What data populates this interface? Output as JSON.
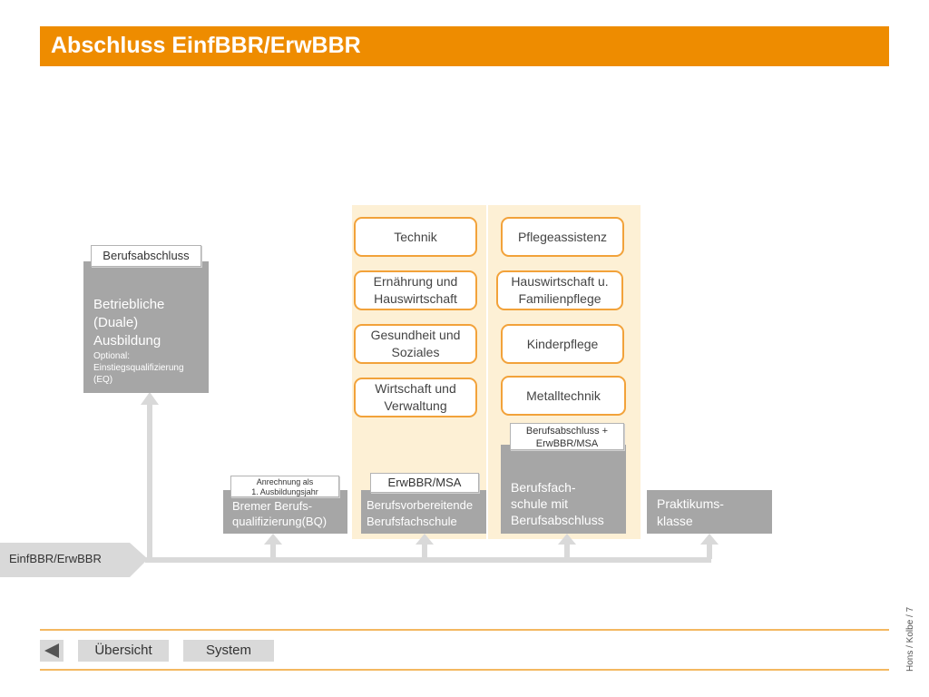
{
  "header": {
    "title": "Abschluss EinfBBR/ErwBBR"
  },
  "start_arrow": {
    "label": "EinfBBR/ErwBBR"
  },
  "paths": {
    "duale": {
      "tag": "Berufsabschluss",
      "title_lines": [
        "Betriebliche",
        "(Duale)",
        "Ausbildung"
      ],
      "note_lines": [
        "Optional:",
        "Einstiegsqualifizierung",
        "(EQ)"
      ]
    },
    "bq": {
      "tag_lines": [
        "Anrechnung als",
        "1. Ausbildungsjahr"
      ],
      "label_lines": [
        "Bremer Berufs-",
        "qualifizierung(BQ)"
      ]
    },
    "bvs": {
      "tag": "ErwBBR/MSA",
      "label_lines": [
        "Berufsvorbereitende",
        "Berufsfachschule"
      ],
      "fields": [
        [
          "Technik"
        ],
        [
          "Ernährung und",
          "Hauswirtschaft"
        ],
        [
          "Gesundheit und",
          "Soziales"
        ],
        [
          "Wirtschaft und",
          "Verwaltung"
        ]
      ]
    },
    "bfs": {
      "tag_lines": [
        "Berufsabschluss +",
        "ErwBBR/MSA"
      ],
      "label_lines": [
        "Berufsfach-",
        "schule mit",
        "Berufsabschluss"
      ],
      "fields": [
        [
          "Pflegeassistenz"
        ],
        [
          "Hauswirtschaft u.",
          "Familienpflege"
        ],
        [
          "Kinderpflege"
        ],
        [
          "Metalltechnik"
        ]
      ]
    },
    "praktikum": {
      "label_lines": [
        "Praktikums-",
        "klasse"
      ]
    }
  },
  "footer": {
    "back_icon": "triangle-left-icon",
    "overview_label": "Übersicht",
    "system_label": "System",
    "credit": "Hons / Kolbe / 7"
  },
  "colors": {
    "accent": "#ee8c00",
    "panel": "#fdf0d5",
    "box_gray": "#a6a6a6",
    "arrow_gray": "#d9d9d9",
    "pill_border": "#f2a23a"
  }
}
